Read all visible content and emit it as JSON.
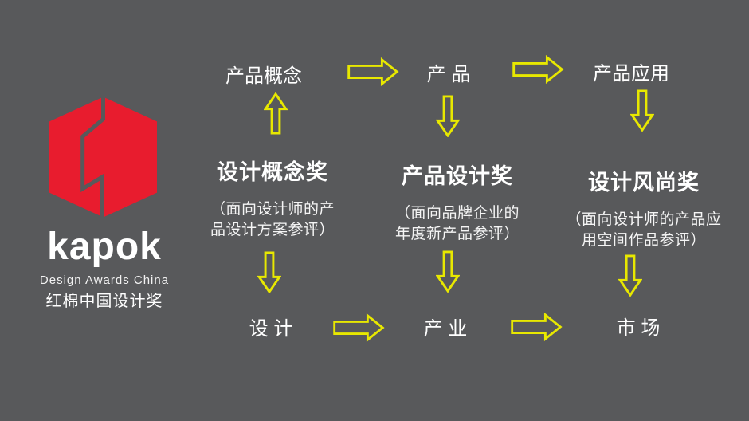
{
  "colors": {
    "background": "#58595b",
    "logo_red": "#e81c2e",
    "arrow_yellow": "#e8e800",
    "text_white": "#ffffff"
  },
  "logo": {
    "brand": "kapok",
    "tagline_en": "Design Awards China",
    "tagline_cn": "红棉中国设计奖"
  },
  "flow": {
    "top_nodes": [
      {
        "label": "产品概念"
      },
      {
        "label": "产  品"
      },
      {
        "label": "产品应用"
      }
    ],
    "awards": [
      {
        "title": "设计概念奖",
        "subtitle_line1": "（面向设计师的产",
        "subtitle_line2": "品设计方案参评）"
      },
      {
        "title": "产品设计奖",
        "subtitle_line1": "（面向品牌企业的",
        "subtitle_line2": "年度新产品参评）"
      },
      {
        "title": "设计风尚奖",
        "subtitle_line1": "（面向设计师的产品应",
        "subtitle_line2": "用空间作品参评）"
      }
    ],
    "bottom_nodes": [
      {
        "label": "设 计"
      },
      {
        "label": "产 业"
      },
      {
        "label": "市 场"
      }
    ]
  }
}
